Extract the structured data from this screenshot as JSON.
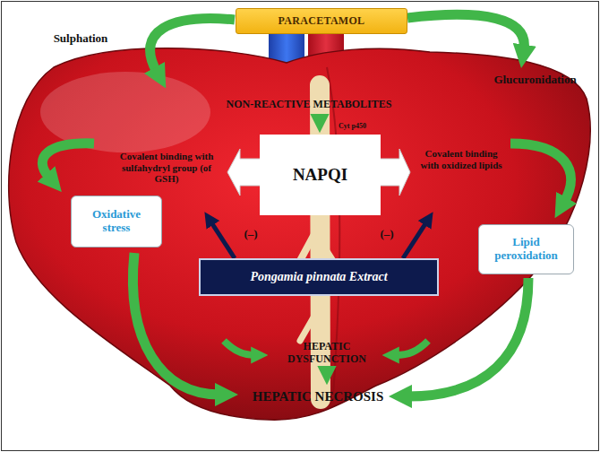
{
  "diagram": {
    "nodes": [
      {
        "text": [
          "PARACETAMOL"
        ]
      },
      {
        "text": [
          "NAPQI"
        ]
      },
      {
        "text": [
          "Oxidative stress"
        ]
      },
      {
        "text": [
          "Lipid peroxidation"
        ]
      },
      {
        "text": [
          "Pongamia pinnata Extract"
        ]
      }
    ],
    "labels": [
      "Sulphation",
      "Glucuronidation",
      "NON-REACTIVE METABOLITES",
      "Cyt p450",
      "Covalent binding with sulfahydryl group (of GSH)",
      "Covalent binding with oxidized lipids",
      "(–)",
      "(–)",
      "HEPATIC DYSFUNCTION",
      "HEPATIC NECROSIS"
    ]
  }
}
